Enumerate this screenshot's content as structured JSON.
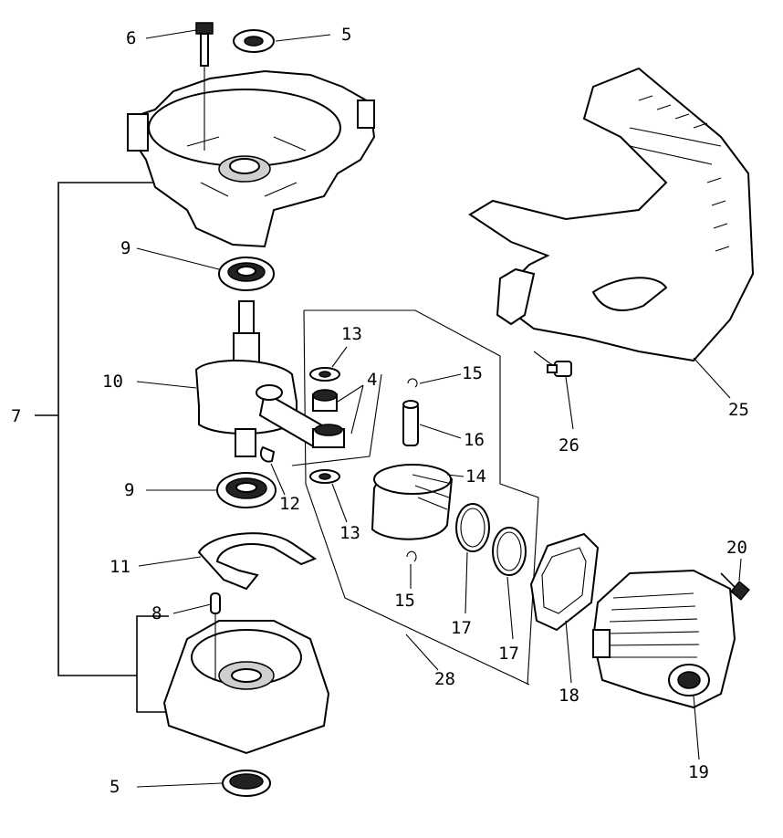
{
  "callouts": {
    "c1": "5",
    "c2": "6",
    "c3": "7",
    "c4": "9",
    "c5": "10",
    "c6": "13",
    "c7": "4",
    "c8": "15",
    "c9": "16",
    "c10": "14",
    "c11": "12",
    "c12": "9",
    "c13": "13",
    "c14": "11",
    "c15": "8",
    "c16": "15",
    "c17": "17",
    "c18": "17",
    "c19": "18",
    "c20": "28",
    "c21": "5",
    "c22": "20",
    "c23": "19",
    "c24": "25",
    "c25": "26"
  }
}
